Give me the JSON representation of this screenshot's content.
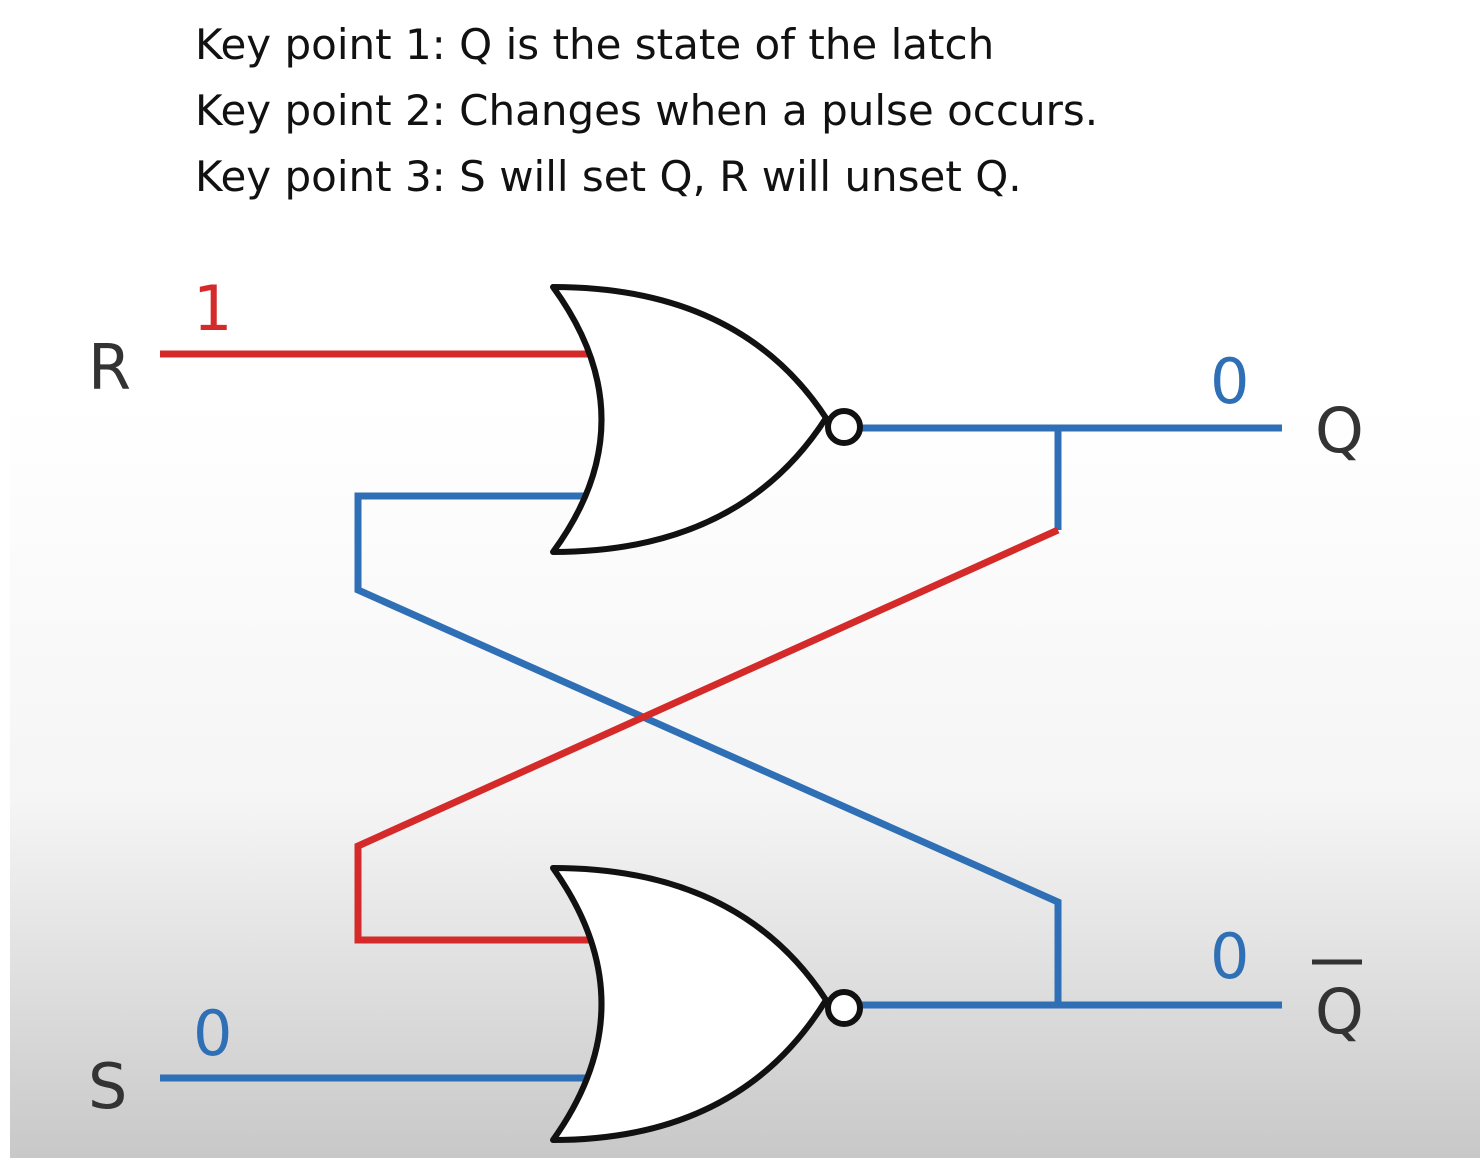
{
  "notes": [
    "Key point 1: Q is the state of the latch",
    "Key point 2: Changes when a pulse occurs.",
    "Key point 3: S will set Q, R will unset Q."
  ],
  "inputs": {
    "r_label": "R",
    "s_label": "S",
    "r_value": "1",
    "s_value": "0"
  },
  "outputs": {
    "q_label": "Q",
    "q_bar_label": "Q",
    "q_value": "0",
    "q_bar_value": "0"
  },
  "colors": {
    "high_wire": "#d42a2a",
    "low_wire": "#2f6fb5",
    "gate_stroke": "#111111",
    "gate_fill": "#ffffff",
    "label_text": "#333333",
    "value_low": "#2f6fb5",
    "value_high": "#d42a2a"
  },
  "gates": [
    {
      "type": "NOR",
      "inputs": [
        "R",
        "Q-bar feedback"
      ],
      "output": "Q"
    },
    {
      "type": "NOR",
      "inputs": [
        "Q feedback",
        "S"
      ],
      "output": "Q-bar"
    }
  ]
}
